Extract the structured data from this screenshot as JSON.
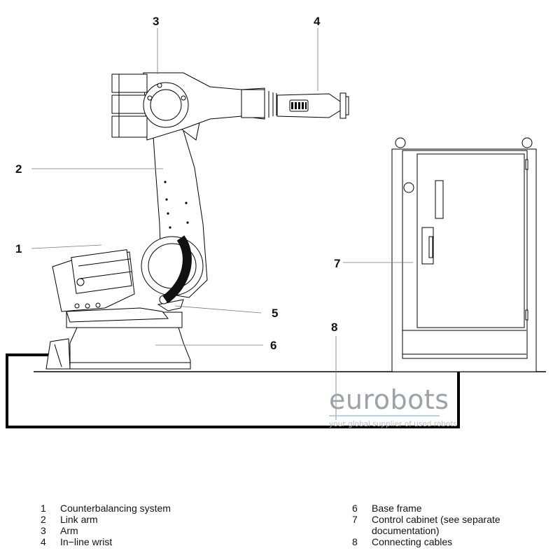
{
  "callouts": [
    {
      "id": "1",
      "text": "1"
    },
    {
      "id": "2",
      "text": "2"
    },
    {
      "id": "3",
      "text": "3"
    },
    {
      "id": "4",
      "text": "4"
    },
    {
      "id": "5",
      "text": "5"
    },
    {
      "id": "6",
      "text": "6"
    },
    {
      "id": "7",
      "text": "7"
    },
    {
      "id": "8",
      "text": "8"
    }
  ],
  "watermark": {
    "brand": "eurobots",
    "tagline": "your global supplier of used robots"
  },
  "legend": {
    "left": [
      {
        "num": "1",
        "label": "Counterbalancing system"
      },
      {
        "num": "2",
        "label": "Link arm"
      },
      {
        "num": "3",
        "label": "Arm"
      },
      {
        "num": "4",
        "label": "In−line wrist"
      }
    ],
    "right": [
      {
        "num": "6",
        "label": "Base frame"
      },
      {
        "num": "7",
        "label": "Control cabinet (see separate"
      },
      {
        "num": "",
        "label": "documentation)"
      },
      {
        "num": "8",
        "label": "Connecting cables"
      }
    ]
  }
}
